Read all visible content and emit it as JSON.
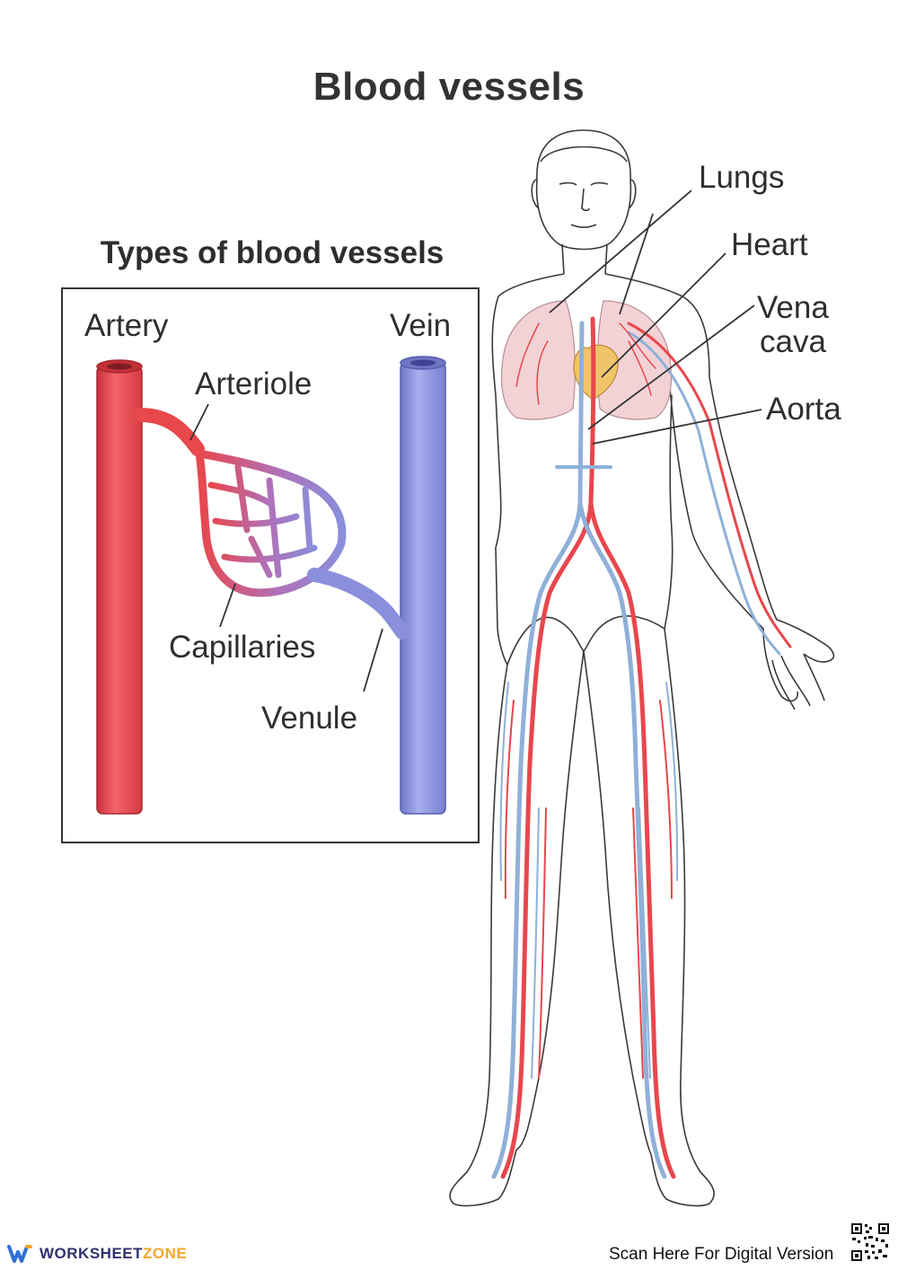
{
  "title": "Blood vessels",
  "inset": {
    "heading": "Types of blood vessels",
    "labels": {
      "artery": "Artery",
      "vein": "Vein",
      "arteriole": "Arteriole",
      "capillaries": "Capillaries",
      "venule": "Venule"
    }
  },
  "body": {
    "labels": {
      "lungs": "Lungs",
      "heart": "Heart",
      "vena_cava_line1": "Vena",
      "vena_cava_line2": "cava",
      "aorta": "Aorta"
    }
  },
  "footer": {
    "brand_part1": "WORKSHEET",
    "brand_part2": "ZONE",
    "scan_text": "Scan Here For Digital Version"
  },
  "colors": {
    "artery": "#e8474c",
    "vein": "#7f86d6",
    "capillary_mix": "#b070b8"
  }
}
